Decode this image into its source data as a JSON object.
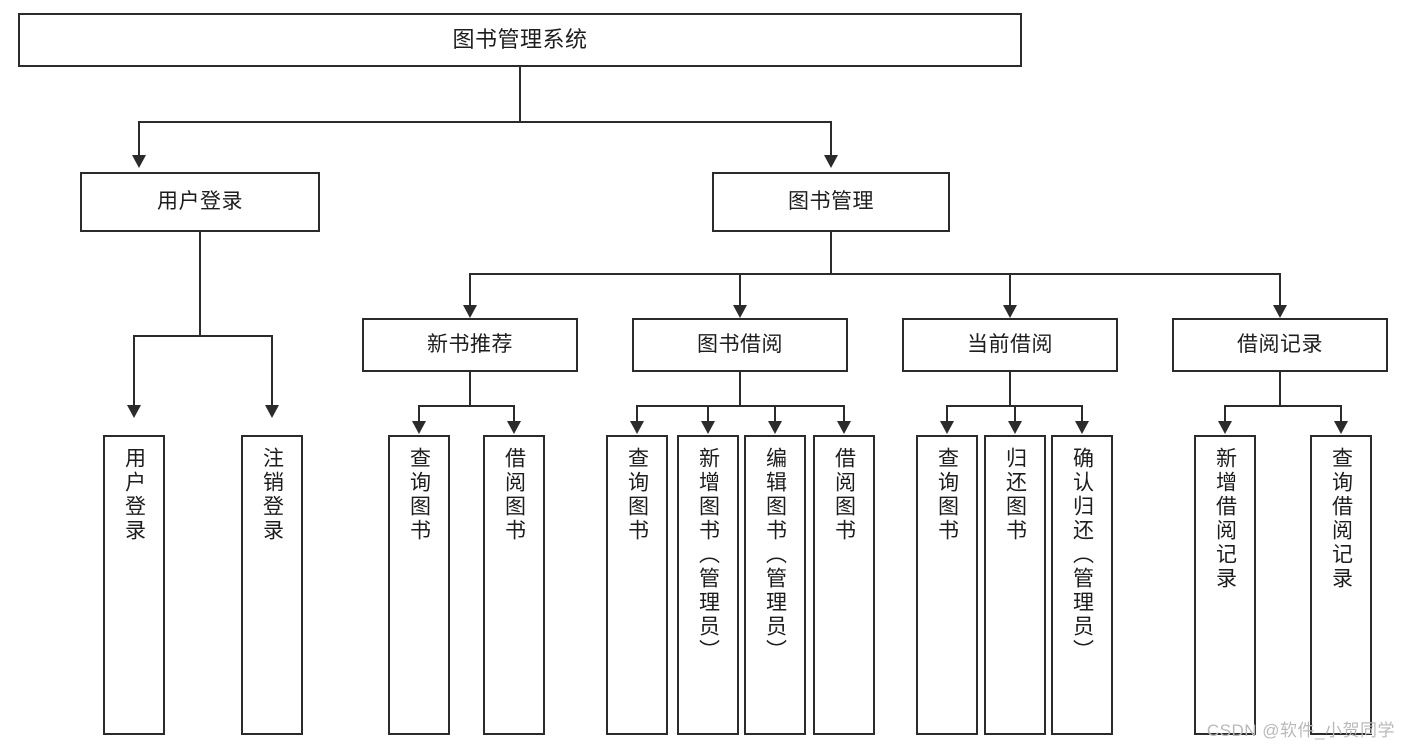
{
  "diagram": {
    "title": "图书管理系统",
    "type": "tree-hierarchy",
    "watermark": "CSDN @软件_小贺同学",
    "colors": {
      "stroke": "#2b2b2b",
      "fill": "#ffffff",
      "text": "#1d1d1d",
      "watermark": "#b9b9b9"
    },
    "levels": {
      "root": {
        "label": "图书管理系统"
      },
      "level2": [
        {
          "label": "用户登录"
        },
        {
          "label": "图书管理"
        }
      ],
      "level3": [
        {
          "label": "新书推荐"
        },
        {
          "label": "图书借阅"
        },
        {
          "label": "当前借阅"
        },
        {
          "label": "借阅记录"
        }
      ],
      "leaves": {
        "user_login": [
          {
            "label": "用户登录"
          },
          {
            "label": "注销登录"
          }
        ],
        "new_book_recommend": [
          {
            "label": "查询图书"
          },
          {
            "label": "借阅图书"
          }
        ],
        "book_borrow": [
          {
            "label": "查询图书"
          },
          {
            "label": "新增图书（管理员）"
          },
          {
            "label": "编辑图书（管理员）"
          },
          {
            "label": "借阅图书"
          }
        ],
        "current_borrow": [
          {
            "label": "查询图书"
          },
          {
            "label": "归还图书"
          },
          {
            "label": "确认归还（管理员）"
          }
        ],
        "borrow_record": [
          {
            "label": "新增借阅记录"
          },
          {
            "label": "查询借阅记录"
          }
        ]
      }
    }
  }
}
